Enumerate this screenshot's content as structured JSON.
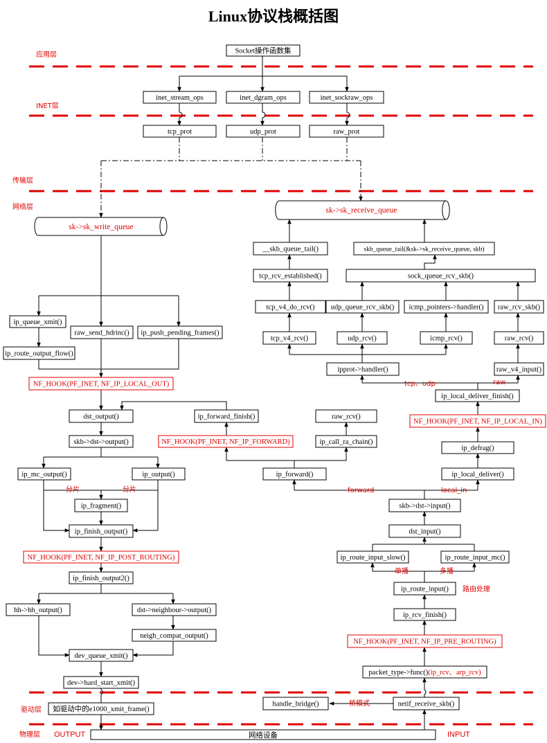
{
  "title": "Linux协议栈概括图",
  "layers": {
    "app": "应用层",
    "inet": "INET层",
    "transport": "传输层",
    "network": "网络层",
    "driver": "驱动层",
    "physical": "物理层"
  },
  "io": {
    "output": "OUTPUT",
    "input": "INPUT"
  },
  "nodes": {
    "socket_ops": "Socket操作函数集",
    "inet_stream_ops": "inet_stream_ops",
    "inet_dgram_ops": "inet_dgram_ops",
    "inet_sockraw_ops": "inet_sockraw_ops",
    "tcp_prot": "tcp_prot",
    "udp_prot": "udp_prot",
    "raw_prot": "raw_prot",
    "sk_write_queue": "sk->sk_write_queue",
    "sk_receive_queue": "sk->sk_receive_queue",
    "skb_queue_tail_a": "__skb_queue_tail()",
    "skb_queue_tail_b": "skb_queue_tail(&sk->sk_receive_queue, skb)",
    "tcp_rcv_established": "tcp_rcv_established()",
    "sock_queue_rcv_skb": "sock_queue_rcv_skb()",
    "tcp_v4_do_rcv": "tcp_v4_do_rcv()",
    "udp_queue_rcv_skb": "udp_queue_rcv_skb()",
    "icmp_pointers": "icmp_pointers->handler()",
    "raw_rcv_skb": "raw_rcv_skb()",
    "tcp_v4_rcv": "tcp_v4_rcv()",
    "udp_rcv": "udp_rcv()",
    "icmp_rcv": "icmp_rcv()",
    "raw_rcv_right": "raw_rcv()",
    "ipprot_handler": "ipprot->handler()",
    "raw_v4_input": "raw_v4_input()",
    "ip_queue_xmit": "ip_queue_xmit()",
    "raw_send_hdrinc": "raw_send_hdrinc()",
    "ip_push_pending_frames": "ip_push_pending_frames()",
    "ip_route_output_flow": "ip_route_output_flow()",
    "nf_local_out": "NF_HOOK(PF_INET, NF_IP_LOCAL_OUT)",
    "ip_local_deliver_finish": "ip_local_deliver_finish()",
    "nf_local_in": "NF_HOOK(PF_INET, NF_IP_LOCAL_IN)",
    "dst_output": "dst_output()",
    "ip_forward_finish": "ip_forward_finish()",
    "raw_rcv_mid": "raw_rcv()",
    "skb_dst_output": "skb->dst->output()",
    "nf_forward": "NF_HOOK(PF_INET, NF_IP_FORWARD)",
    "ip_call_ra_chain": "ip_call_ra_chain()",
    "ip_defrag": "ip_defrag()",
    "ip_mc_output": "ip_mc_output()",
    "ip_output": "ip_output()",
    "ip_forward": "ip_forward()",
    "ip_local_deliver": "ip_local_deliver()",
    "ip_fragment": "ip_fragment()",
    "skb_dst_input": "skb->dst->input()",
    "ip_finish_output": "ip_finish_output()",
    "dst_input": "dst_input()",
    "nf_post_routing": "NF_HOOK(PF_INET, NF_IP_POST_ROUTING)",
    "ip_route_input_slow": "ip_route_input_slow()",
    "ip_route_input_mc": "ip_route_input_mc()",
    "ip_finish_output2": "ip_finish_output2()",
    "ip_route_input": "ip_route_input()",
    "hh_output": "hh->hh_output()",
    "neighbour_output": "dst->neighbour->output()",
    "ip_rcv_finish": "ip_rcv_finish()",
    "neigh_compat_output": "neigh_compat_output()",
    "nf_pre_routing": "NF_HOOK(PF_INET, NF_IP_PRE_ROUTING)",
    "dev_queue_xmit": "dev_queue_xmit()",
    "hard_start_xmit": "dev->hard_start_xmit()",
    "packet_type_func": "packet_type->func()",
    "packet_type_func_red": "(ip_rcv、arp_rcv)",
    "driver_xmit": "如驱动中的e1000_xmit_frame()",
    "handle_bridge": "handle_bridge()",
    "netif_receive_skb": "netif_receive_skb()",
    "network_device": "网络设备"
  },
  "edge_labels": {
    "tcp_udp": "tcp、udp",
    "raw": "raw",
    "forward": "forward",
    "local_in": "local_in",
    "frag1": "分片",
    "frag2": "分片",
    "unicast": "单播",
    "multicast": "多播",
    "routing": "路由处理",
    "bridge": "桥模式"
  },
  "colors": {
    "layer_line": "#e00000",
    "highlight": "#e00000",
    "line": "#000000"
  }
}
